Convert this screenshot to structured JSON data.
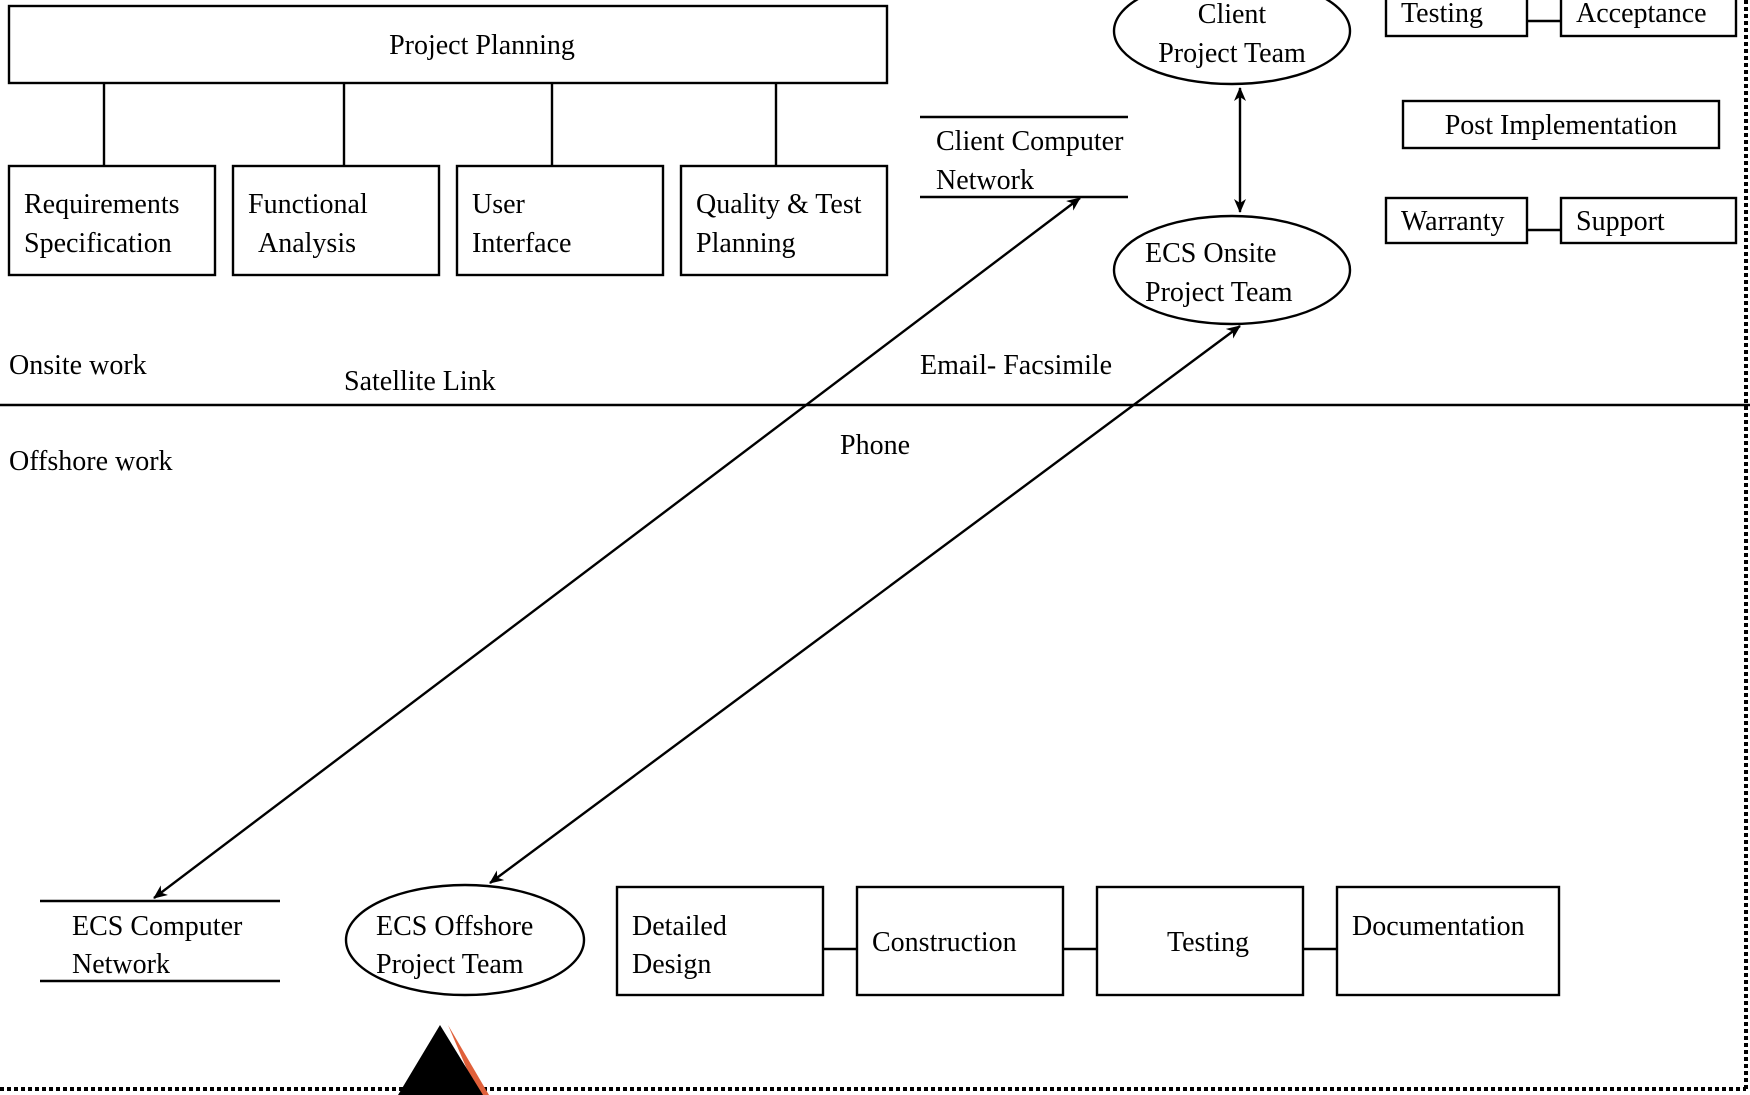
{
  "onsite": {
    "project_planning": "Project Planning",
    "phases": [
      {
        "line1": "Requirements",
        "line2": "Specification"
      },
      {
        "line1": "Functional",
        "line2": "Analysis"
      },
      {
        "line1": "User",
        "line2": "Interface"
      },
      {
        "line1": "Quality & Test",
        "line2": "Planning"
      }
    ],
    "client_computer_network": {
      "line1": "Client Computer",
      "line2": "Network"
    },
    "client_project_team": {
      "line1": "Client",
      "line2": "Project Team"
    },
    "ecs_onsite_project_team": {
      "line1": "ECS Onsite",
      "line2": "Project Team"
    },
    "testing": "Testing",
    "acceptance": "Acceptance",
    "post_implementation": "Post Implementation",
    "warranty": "Warranty",
    "support": "Support",
    "label": "Onsite work"
  },
  "links": {
    "satellite": "Satellite Link",
    "email_fax": "Email- Facsimile",
    "phone": "Phone"
  },
  "offshore": {
    "label": "Offshore work",
    "ecs_computer_network": {
      "line1": "ECS Computer",
      "line2": "Network"
    },
    "ecs_offshore_project_team": {
      "line1": "ECS Offshore",
      "line2": "Project Team"
    },
    "detailed_design": {
      "line1": "Detailed",
      "line2": "Design"
    },
    "construction": "Construction",
    "testing": "Testing",
    "documentation": "Documentation"
  },
  "colors": {
    "stroke": "#000000",
    "background": "#ffffff",
    "marker_fill": "#000000",
    "marker_accent": "#e0603a"
  }
}
